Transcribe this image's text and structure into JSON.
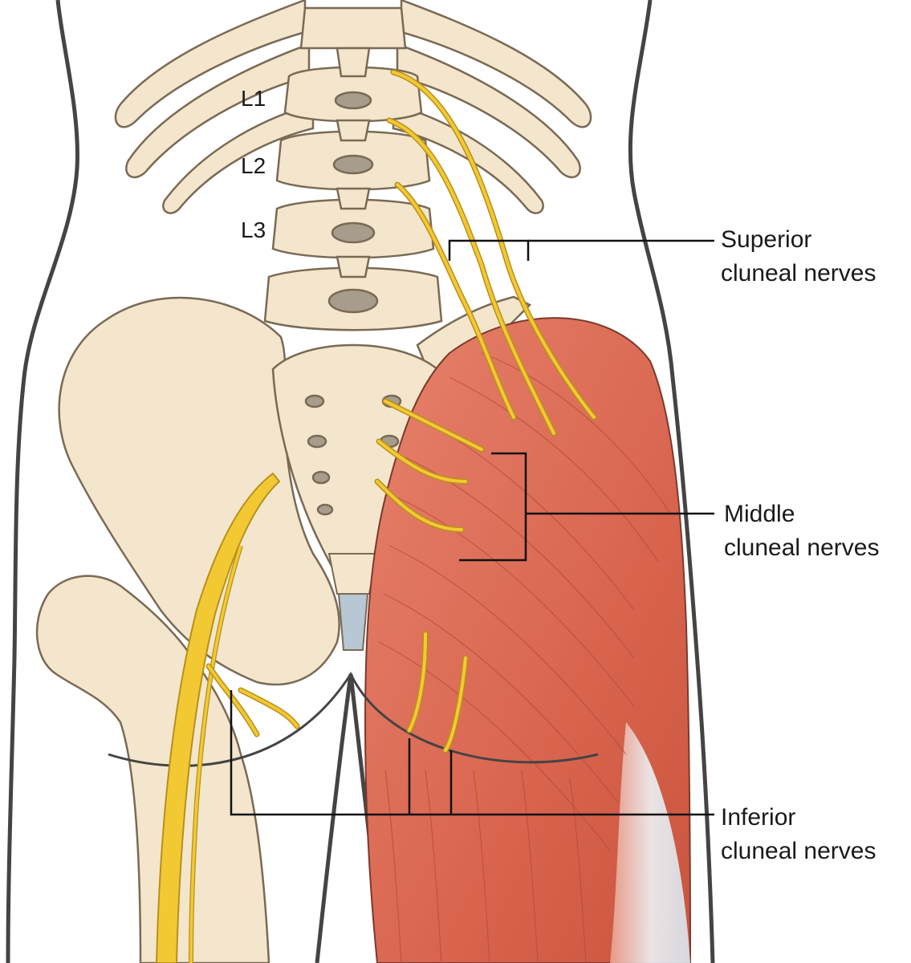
{
  "vertebra_labels": {
    "l1": "L1",
    "l2": "L2",
    "l3": "L3"
  },
  "callouts": {
    "superior": {
      "line1": "Superior",
      "line2": "cluneal nerves"
    },
    "middle": {
      "line1": "Middle",
      "line2": "cluneal nerves"
    },
    "inferior": {
      "line1": "Inferior",
      "line2": "cluneal nerves"
    }
  },
  "colors": {
    "bone": "#f3e6cc",
    "bone_outline": "#7a6a55",
    "muscle": "#e0735e",
    "muscle_fiber": "#b8483a",
    "tendon": "#dde8f0",
    "nerve": "#f2c933",
    "nerve_outline": "#b8901a",
    "body_outline": "#444444",
    "leader_line": "#111111"
  }
}
